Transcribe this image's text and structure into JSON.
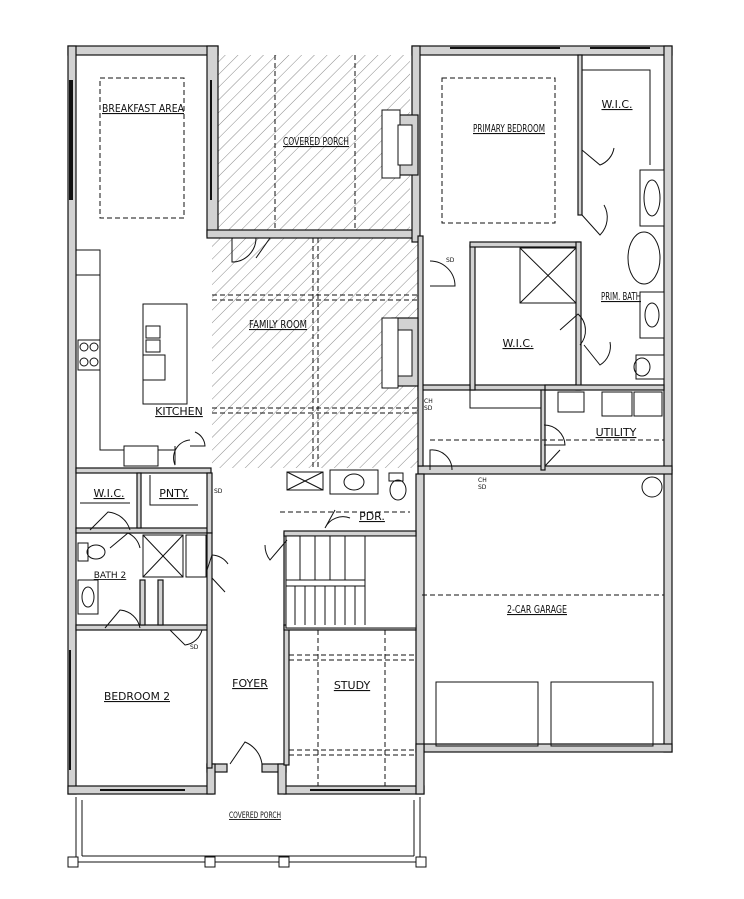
{
  "rooms": {
    "breakfast": "BREAKFAST AREA",
    "covered_porch_rear": "COVERED PORCH",
    "primary_bedroom": "PRIMARY BEDROOM",
    "wic_primary_top": "W.I.C.",
    "family_room": "FAMILY ROOM",
    "kitchen": "KITCHEN",
    "wic_primary_closet": "W.I.C.",
    "prim_bath": "PRIM. BATH",
    "utility": "UTILITY",
    "wic_left": "W.I.C.",
    "pantry": "PNTY.",
    "pdr": "PDR.",
    "bath_2": "BATH 2",
    "garage": "2-CAR GARAGE",
    "foyer": "FOYER",
    "study": "STUDY",
    "bedroom_2": "BEDROOM 2",
    "covered_porch_front": "COVERED PORCH"
  },
  "detector_tags": {
    "sd": "SD",
    "ch": "CH"
  }
}
